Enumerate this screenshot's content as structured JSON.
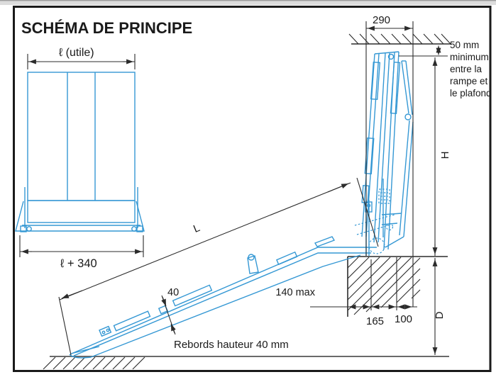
{
  "title": "SCHÉMA DE PRINCIPE",
  "front_view": {
    "width_useful_label": "ℓ (utile)",
    "overall_width_label": "ℓ + 340"
  },
  "side_view": {
    "folded_depth_label": "290",
    "ceiling_note": {
      "l1": "50 mm",
      "l2": "minimum",
      "l3": "entre la",
      "l4": "rampe et",
      "l5": "le plafond"
    },
    "height_label": "H",
    "length_label": "L",
    "edge_height_label": "40",
    "dock_gap_label": "140 max",
    "anchor_distance_label": "165",
    "axis_offset_label": "100",
    "dock_height_label": "D",
    "edge_note": "Rebords hauteur 40 mm"
  },
  "colors": {
    "line_blue": "#3598d4",
    "line_black": "#2b2b2b"
  }
}
